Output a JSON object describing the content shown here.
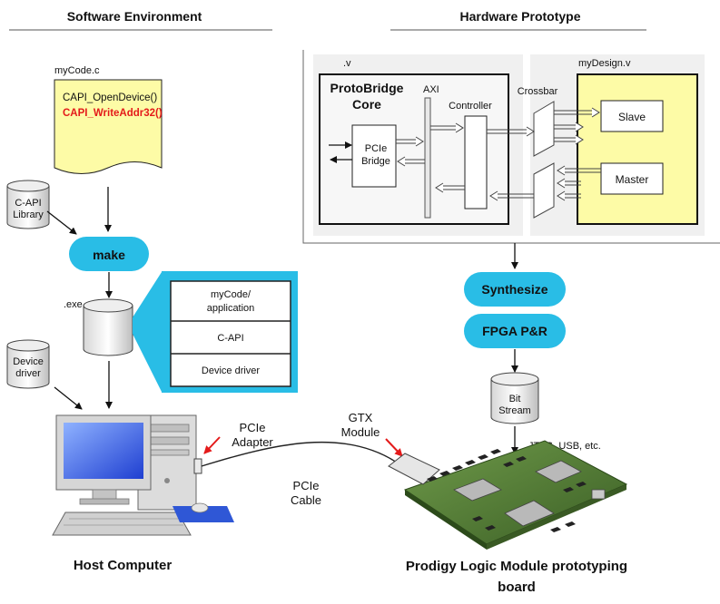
{
  "sections": {
    "software": "Software Environment",
    "hardware": "Hardware Prototype"
  },
  "software": {
    "source_file_label": "myCode.c",
    "code_line_1": "CAPI_OpenDevice()",
    "code_line_2": "CAPI_WriteAddr32()",
    "capi_library": [
      "C-API",
      "Library"
    ],
    "make": "make",
    "exe_label": ".exe",
    "stack": {
      "app": [
        "myCode/",
        "application"
      ],
      "capi": "C-API",
      "driver": "Device driver"
    },
    "device_driver": [
      "Device",
      "driver"
    ],
    "pcie_adapter": [
      "PCIe",
      "Adapter"
    ],
    "pcie_cable": [
      "PCIe",
      "Cable"
    ],
    "host_computer": "Host Computer"
  },
  "hardware": {
    "v_label": ".v",
    "mydesign_label": "myDesign.v",
    "protobridge": [
      "ProtoBridge",
      "Core"
    ],
    "axi": "AXI",
    "pcie_bridge": [
      "PCIe",
      "Bridge"
    ],
    "controller": "Controller",
    "crossbar": "Crossbar",
    "slave": "Slave",
    "master": "Master",
    "synthesize": "Synthesize",
    "fpga_pr": "FPGA P&R",
    "bitstream": [
      "Bit",
      "Stream"
    ],
    "jtag": "JTAG, USB, etc.",
    "gtx_module": [
      "GTX",
      "Module"
    ],
    "board_caption": [
      "Prodigy Logic Module prototyping",
      "board"
    ]
  },
  "colors": {
    "cyan": "#29bde6",
    "yellow": "#fdfba6",
    "red": "#e41a1a",
    "panel": "#f0f0f0"
  }
}
